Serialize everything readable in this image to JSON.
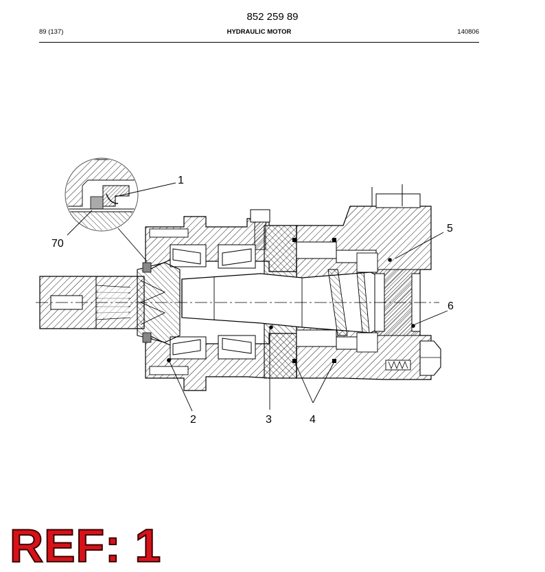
{
  "header": {
    "doc_number": "852 259 89",
    "page_ref": "89 (137)",
    "title": "HYDRAULIC MOTOR",
    "code": "140806"
  },
  "callouts": [
    {
      "id": "callout-1",
      "label": "1"
    },
    {
      "id": "callout-70",
      "label": "70"
    },
    {
      "id": "callout-5",
      "label": "5"
    },
    {
      "id": "callout-6",
      "label": "6"
    },
    {
      "id": "callout-2",
      "label": "2"
    },
    {
      "id": "callout-3",
      "label": "3"
    },
    {
      "id": "callout-4",
      "label": "4"
    }
  ],
  "stamp": {
    "text": "REF: 1",
    "color": "#d8121a"
  }
}
